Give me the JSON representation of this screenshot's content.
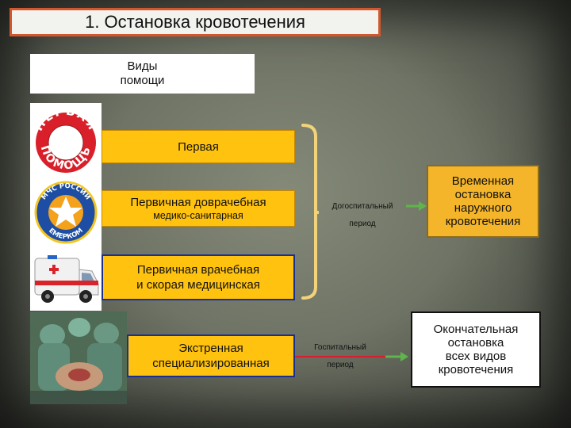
{
  "title": "1. Остановка кровотечения",
  "types_header": [
    "Виды",
    "помощи"
  ],
  "levels": [
    {
      "lines": [
        "Первая"
      ]
    },
    {
      "lines": [
        "Первичная доврачебная"
      ],
      "subline": "медико-санитарная"
    },
    {
      "lines": [
        "Первичная врачебная",
        "и скорая медицинская"
      ]
    },
    {
      "lines": [
        "Экстренная",
        "специализированная"
      ]
    }
  ],
  "periods": {
    "pre_hospital": [
      "Догоспитальный",
      "период"
    ],
    "hospital": [
      "Госпитальный",
      "период"
    ]
  },
  "results": {
    "temporary": [
      "Временная",
      "остановка",
      "наружного",
      "кровотечения"
    ],
    "final": [
      "Окончательная",
      "остановка",
      "всех видов",
      "кровотечения"
    ]
  },
  "emblems": {
    "first_aid_ring_top": "ПЕРВАЯ",
    "first_aid_ring_bottom": "ПОМОЩЬ",
    "emercom_top": "МЧС РОССИИ",
    "emercom_bottom": "ЕМЕРКОМ"
  },
  "colors": {
    "box_fill": "#ffc20e",
    "title_border": "#d1582e",
    "blue_border": "#1b2f8f",
    "bracket": "#f3d37a",
    "arrow_green": "#5fb54b",
    "arrow_red": "#d81e2e"
  }
}
